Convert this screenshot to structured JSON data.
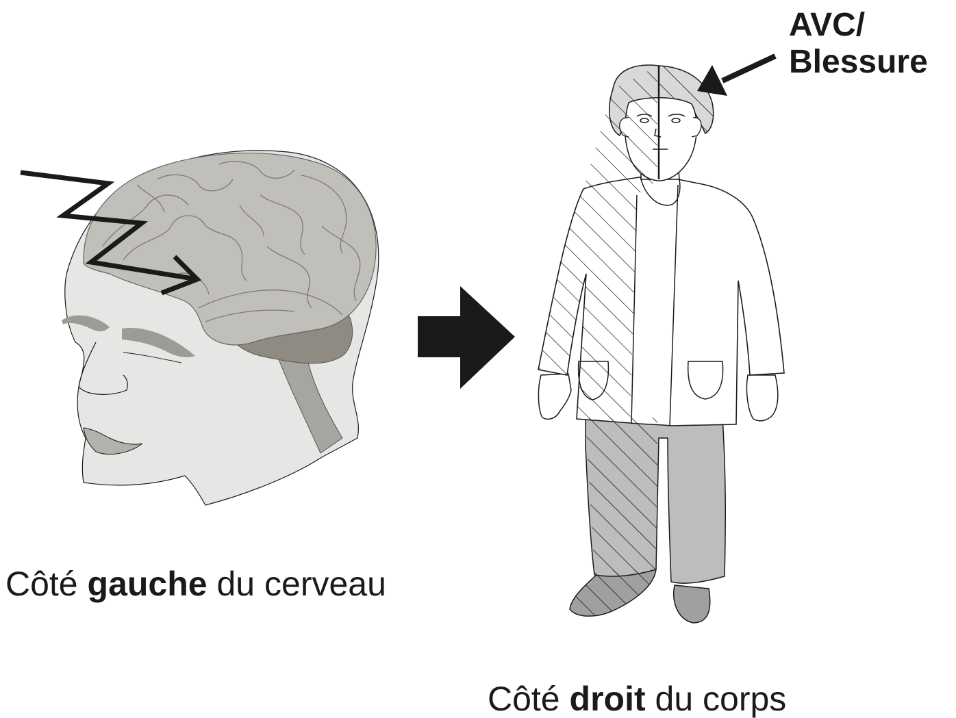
{
  "labels": {
    "injury_line1": "AVC/",
    "injury_line2": "Blessure",
    "brain_side_prefix": "Côté",
    "brain_side_emphasis": "gauche",
    "brain_side_suffix": "du cerveau",
    "body_side_prefix": "Côté",
    "body_side_emphasis": "droit",
    "body_side_suffix": "du corps"
  },
  "colors": {
    "ink": "#1a1a1a",
    "head_skin": "#e6e6e5",
    "brain": "#c1bfba",
    "cerebellum": "#8f8b82",
    "pants": "#bdbdbe",
    "hair": "#d9d9d9"
  },
  "icons": [
    "head-with-brain-illustration",
    "lightning-bolt-icon",
    "right-arrow-icon",
    "person-illustration",
    "pointer-arrow-icon"
  ]
}
